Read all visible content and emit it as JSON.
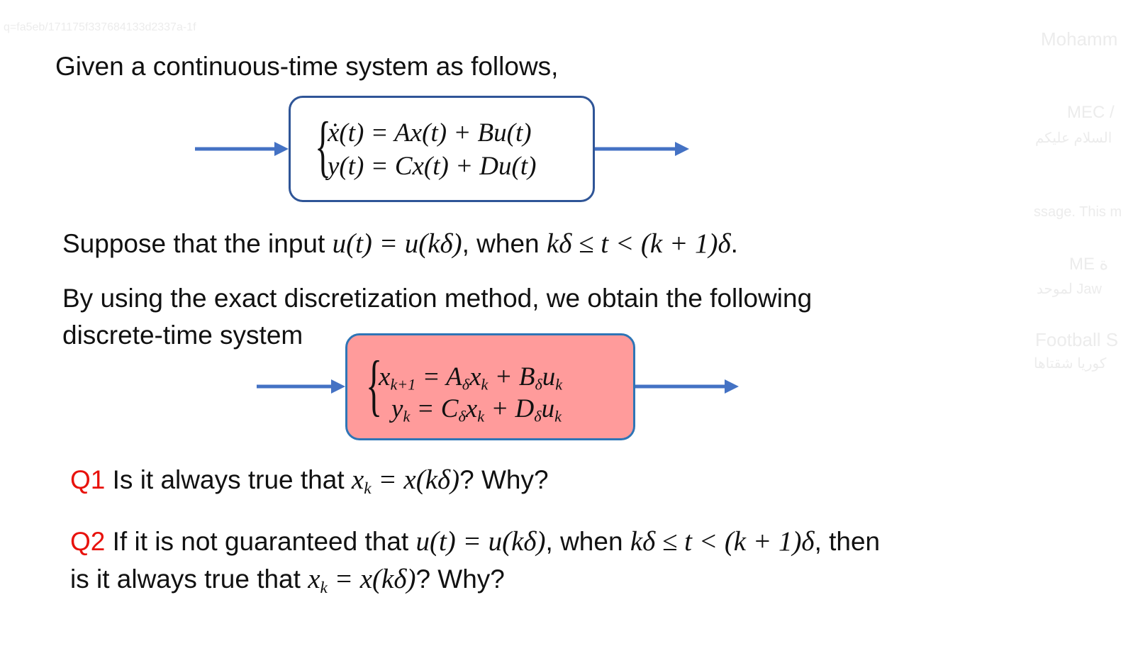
{
  "background_faint": {
    "top_id": "q=fa5eb/171175f337684133d2337a-1f",
    "side_name_1": "Mohamm",
    "side_name_2": "MEC /",
    "side_line_2": "السلام عليكم",
    "side_line_3": "ssage. This m",
    "side_name_4": "ME ة",
    "side_line_4": "لموحد Jaw",
    "side_name_5": "Football S",
    "side_line_5": "كوريا شقتاها"
  },
  "intro": "Given a continuous-time system as follows,",
  "system1": {
    "line1": "ẋ(t) = Ax(t) + Bu(t)",
    "line2": "y(t) = Cx(t) + Du(t)"
  },
  "suppose": {
    "text_a": "Suppose that the input ",
    "math_a": "u(t) = u(kδ)",
    "text_b": ", when ",
    "math_b": "kδ ≤ t < (k + 1)δ",
    "text_c": "."
  },
  "method": {
    "line1": "By using the exact discretization method, we obtain the following",
    "line2": "discrete-time system"
  },
  "system2": {
    "line1_x": "x",
    "line1_sub": "k+1",
    "line1_rest": " = A",
    "line1_a_sub": "δ",
    "line1_x2": "x",
    "line1_x2_sub": "k",
    "line1_plus": " + B",
    "line1_b_sub": "δ",
    "line1_u": "u",
    "line1_u_sub": "k",
    "line2_y": "y",
    "line2_y_sub": "k",
    "line2_eq": " = C",
    "line2_c_sub": "δ",
    "line2_x": "x",
    "line2_x_sub": "k",
    "line2_plus": " + D",
    "line2_d_sub": "δ",
    "line2_u": "u",
    "line2_u_sub": "k"
  },
  "q1": {
    "label": "Q1",
    "text_a": " Is it always true that ",
    "math_x": "x",
    "math_sub": "k",
    "math_b": " = x(kδ)",
    "text_b": "? Why?"
  },
  "q2": {
    "label": "Q2",
    "text_a": " If it is not guaranteed that ",
    "math_a": "u(t) = u(kδ)",
    "text_b": ", when ",
    "math_b": "kδ ≤ t < (k + 1)δ",
    "text_c": ", then",
    "line2_text_a": "is it always true that ",
    "line2_x": "x",
    "line2_sub": "k",
    "line2_math": " = x(kδ)",
    "line2_text_b": "? Why?"
  },
  "colors": {
    "arrow": "#4472c4",
    "box1_border": "#2f5597",
    "box2_border": "#2e75b6",
    "box2_fill": "#ff9b9b",
    "question_label": "#e8120c"
  }
}
